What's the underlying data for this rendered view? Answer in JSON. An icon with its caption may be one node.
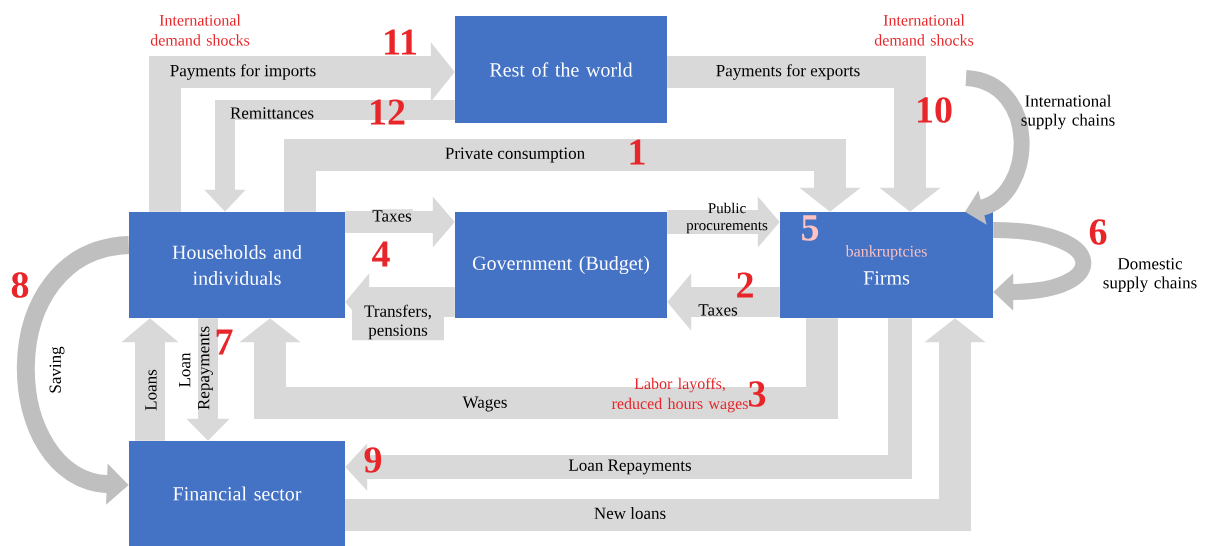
{
  "diagram": {
    "nodes": [
      {
        "text": [
          "Rest of the world"
        ]
      },
      {
        "text": [
          "Households and individuals"
        ]
      },
      {
        "text": [
          "Government (Budget)"
        ]
      },
      {
        "text": [
          "bankruptcies",
          "Firms"
        ]
      },
      {
        "text": [
          "Financial sector"
        ]
      }
    ],
    "edges": [
      {
        "from": 1,
        "to": 0,
        "arrow": "to",
        "label": "Payments for imports"
      },
      {
        "from": 0,
        "to": 1,
        "arrow": "to",
        "label": "Remittances"
      },
      {
        "from": 1,
        "to": 3,
        "arrow": "to",
        "label": "Private consumption"
      },
      {
        "from": 1,
        "to": 2,
        "arrow": "to",
        "label": "Taxes"
      },
      {
        "from": 2,
        "to": 1,
        "arrow": "to",
        "label": "Transfers, pensions"
      },
      {
        "from": 2,
        "to": 3,
        "arrow": "to",
        "label": "Public procurements"
      },
      {
        "from": 3,
        "to": 2,
        "arrow": "to",
        "label": "Taxes"
      },
      {
        "from": 3,
        "to": 1,
        "arrow": "to",
        "label": "Wages"
      },
      {
        "from": 0,
        "to": 3,
        "arrow": "to",
        "label": "Payments for exports"
      },
      {
        "from": null,
        "to": 3,
        "arrow": "to",
        "label": "International supply chains",
        "color": "#bfbfbf"
      },
      {
        "from": 3,
        "to": 3,
        "arrow": "to",
        "label": "Domestic supply chains",
        "color": "#bfbfbf"
      },
      {
        "from": 1,
        "to": 4,
        "arrow": "to",
        "label": "Saving",
        "color": "#bfbfbf"
      },
      {
        "from": 4,
        "to": 1,
        "arrow": "to",
        "label": "Loans"
      },
      {
        "from": 1,
        "to": 4,
        "arrow": "to",
        "label": "Loan Repayments"
      },
      {
        "from": 3,
        "to": 4,
        "arrow": "to",
        "label": "Loan Repayments"
      },
      {
        "from": 4,
        "to": 3,
        "arrow": "to",
        "label": "New loans"
      }
    ],
    "labels": [
      "International demand shocks",
      "International demand shocks",
      "11",
      "10",
      "12",
      "1",
      "5",
      "6",
      "4",
      "8",
      "2",
      "7",
      "3",
      "Labor layoffs, reduced hours wages",
      "9"
    ]
  }
}
